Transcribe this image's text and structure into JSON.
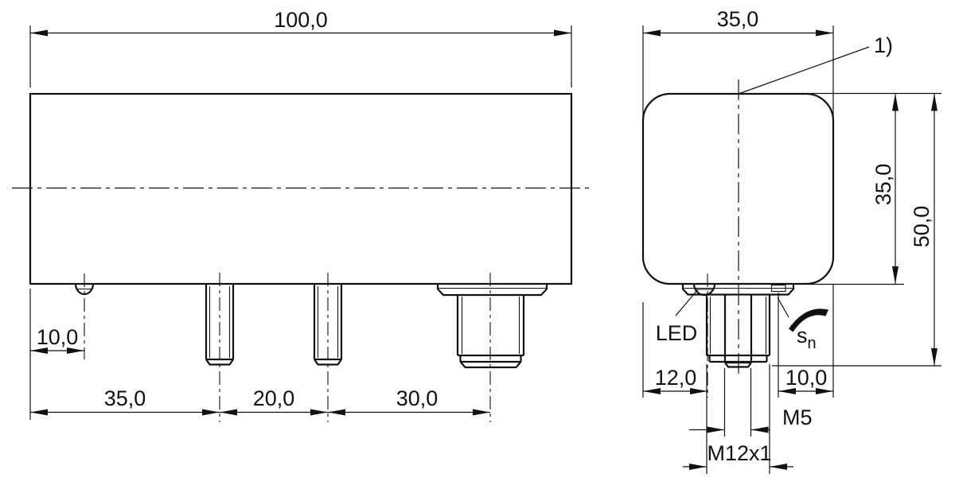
{
  "colors": {
    "line": "#111111",
    "background": "#ffffff"
  },
  "side_view": {
    "overall_width": "100,0",
    "led_offset": "10,0",
    "pin1_offset": "35,0",
    "pin_spacing": "20,0",
    "connector_spacing": "30,0"
  },
  "front_view": {
    "overall_width": "35,0",
    "footnote_ref": "1)",
    "body_height": "35,0",
    "overall_height": "50,0",
    "led_label": "LED",
    "sensing_range_base": "s",
    "sensing_range_sub": "n",
    "led_position": "12,0",
    "sensing_mark_offset": "10,0",
    "pin_thread": "M5",
    "connector_thread": "M12x1"
  }
}
